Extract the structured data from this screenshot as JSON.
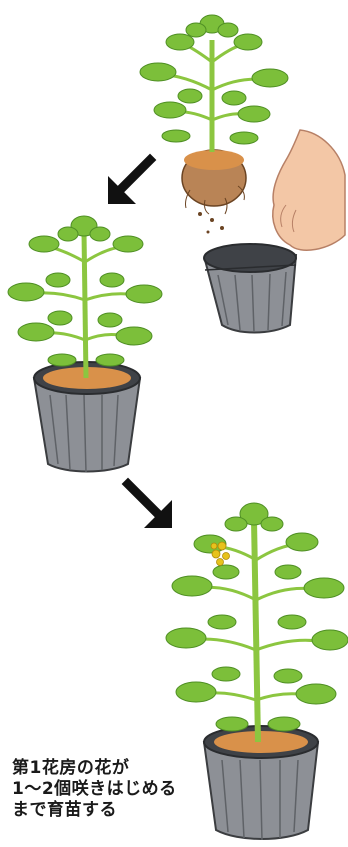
{
  "caption": {
    "line1": "第1花房の花が",
    "line2": "1〜2個咲きはじめる",
    "line3": "まで育苗する"
  },
  "colors": {
    "leaf": "#7cbf3a",
    "leaf_dark": "#4f8f24",
    "stem": "#9ccd4a",
    "soil": "#d9914a",
    "pot": "#8d9096",
    "pot_dark": "#4f5257",
    "arrow": "#111111",
    "skin": "#f3c7a6",
    "flower": "#e7c21c"
  },
  "icons": [
    "seedling-icon",
    "arrow-down-left-icon",
    "hand-icon",
    "pot-icon",
    "arrow-down-right-icon",
    "tomato-plant-icon"
  ]
}
